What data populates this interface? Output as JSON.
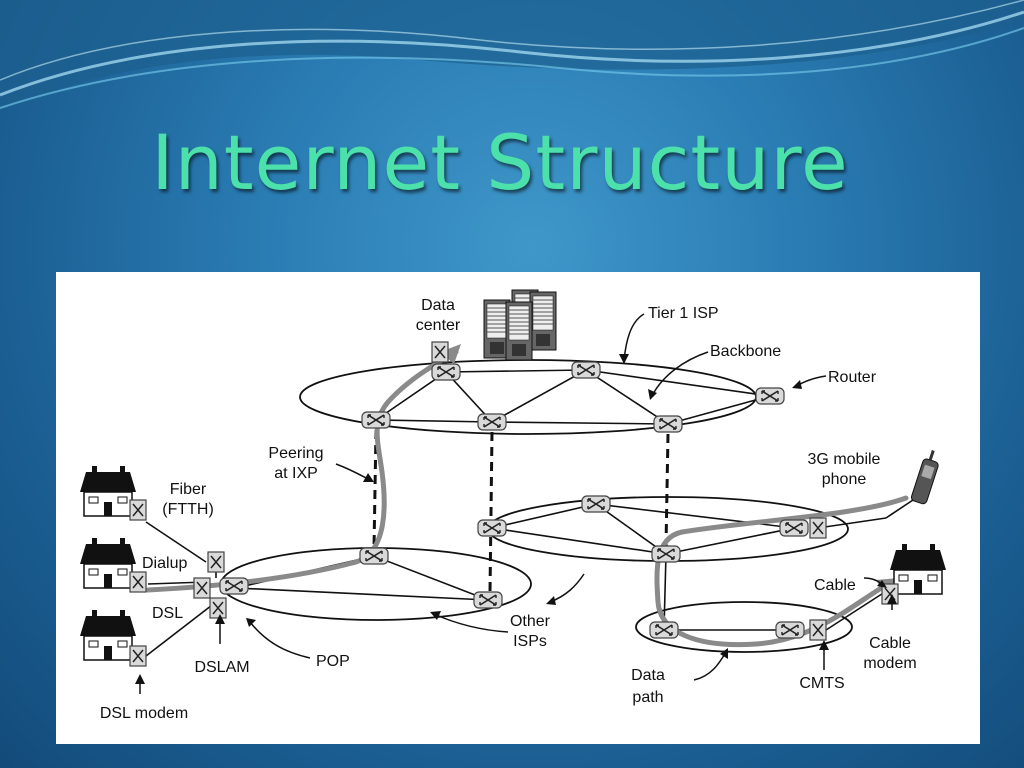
{
  "slide": {
    "title": "Internet Structure"
  },
  "labels": {
    "data_center_1": "Data",
    "data_center_2": "center",
    "tier1_isp": "Tier 1 ISP",
    "backbone": "Backbone",
    "router": "Router",
    "peering_1": "Peering",
    "peering_2": "at IXP",
    "mobile_1": "3G mobile",
    "mobile_2": "phone",
    "fiber_1": "Fiber",
    "fiber_2": "(FTTH)",
    "dialup": "Dialup",
    "dsl": "DSL",
    "dslam": "DSLAM",
    "pop": "POP",
    "dsl_modem": "DSL modem",
    "other_isps_1": "Other",
    "other_isps_2": "ISPs",
    "cable": "Cable",
    "cable_modem_1": "Cable",
    "cable_modem_2": "modem",
    "cmts": "CMTS",
    "data_path_1": "Data",
    "data_path_2": "path"
  },
  "colors": {
    "title": "#4ce0aa",
    "background": "#2a7db4",
    "data_path": "#8a8a8a"
  }
}
